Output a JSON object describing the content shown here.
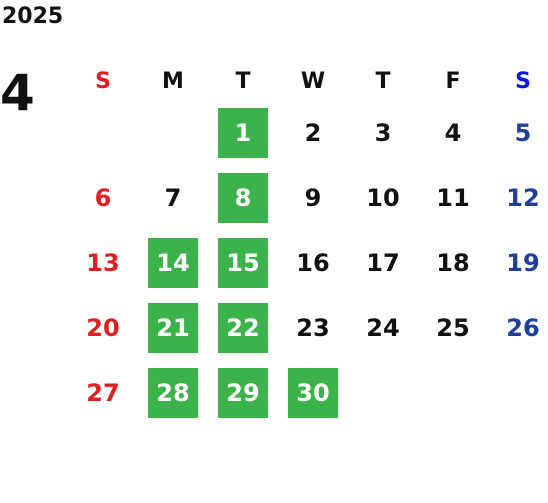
{
  "year": "2025",
  "month": "4",
  "colors": {
    "sunday": "#e02020",
    "saturday": "#1f3f9a",
    "saturday_header": "#0a16d6",
    "highlight_bg": "#3bb34a",
    "highlight_text": "#ffffff",
    "text": "#111111"
  },
  "weekdays": [
    "S",
    "M",
    "T",
    "W",
    "T",
    "F",
    "S"
  ],
  "weeks": [
    [
      {
        "day": "",
        "highlight": false
      },
      {
        "day": "",
        "highlight": false
      },
      {
        "day": "1",
        "highlight": true
      },
      {
        "day": "2",
        "highlight": false
      },
      {
        "day": "3",
        "highlight": false
      },
      {
        "day": "4",
        "highlight": false
      },
      {
        "day": "5",
        "highlight": false
      }
    ],
    [
      {
        "day": "6",
        "highlight": false
      },
      {
        "day": "7",
        "highlight": false
      },
      {
        "day": "8",
        "highlight": true
      },
      {
        "day": "9",
        "highlight": false
      },
      {
        "day": "10",
        "highlight": false
      },
      {
        "day": "11",
        "highlight": false
      },
      {
        "day": "12",
        "highlight": false
      }
    ],
    [
      {
        "day": "13",
        "highlight": false
      },
      {
        "day": "14",
        "highlight": true
      },
      {
        "day": "15",
        "highlight": true
      },
      {
        "day": "16",
        "highlight": false
      },
      {
        "day": "17",
        "highlight": false
      },
      {
        "day": "18",
        "highlight": false
      },
      {
        "day": "19",
        "highlight": false
      }
    ],
    [
      {
        "day": "20",
        "highlight": false
      },
      {
        "day": "21",
        "highlight": true
      },
      {
        "day": "22",
        "highlight": true
      },
      {
        "day": "23",
        "highlight": false
      },
      {
        "day": "24",
        "highlight": false
      },
      {
        "day": "25",
        "highlight": false
      },
      {
        "day": "26",
        "highlight": false
      }
    ],
    [
      {
        "day": "27",
        "highlight": false
      },
      {
        "day": "28",
        "highlight": true
      },
      {
        "day": "29",
        "highlight": true
      },
      {
        "day": "30",
        "highlight": true
      },
      {
        "day": "",
        "highlight": false
      },
      {
        "day": "",
        "highlight": false
      },
      {
        "day": "",
        "highlight": false
      }
    ]
  ]
}
